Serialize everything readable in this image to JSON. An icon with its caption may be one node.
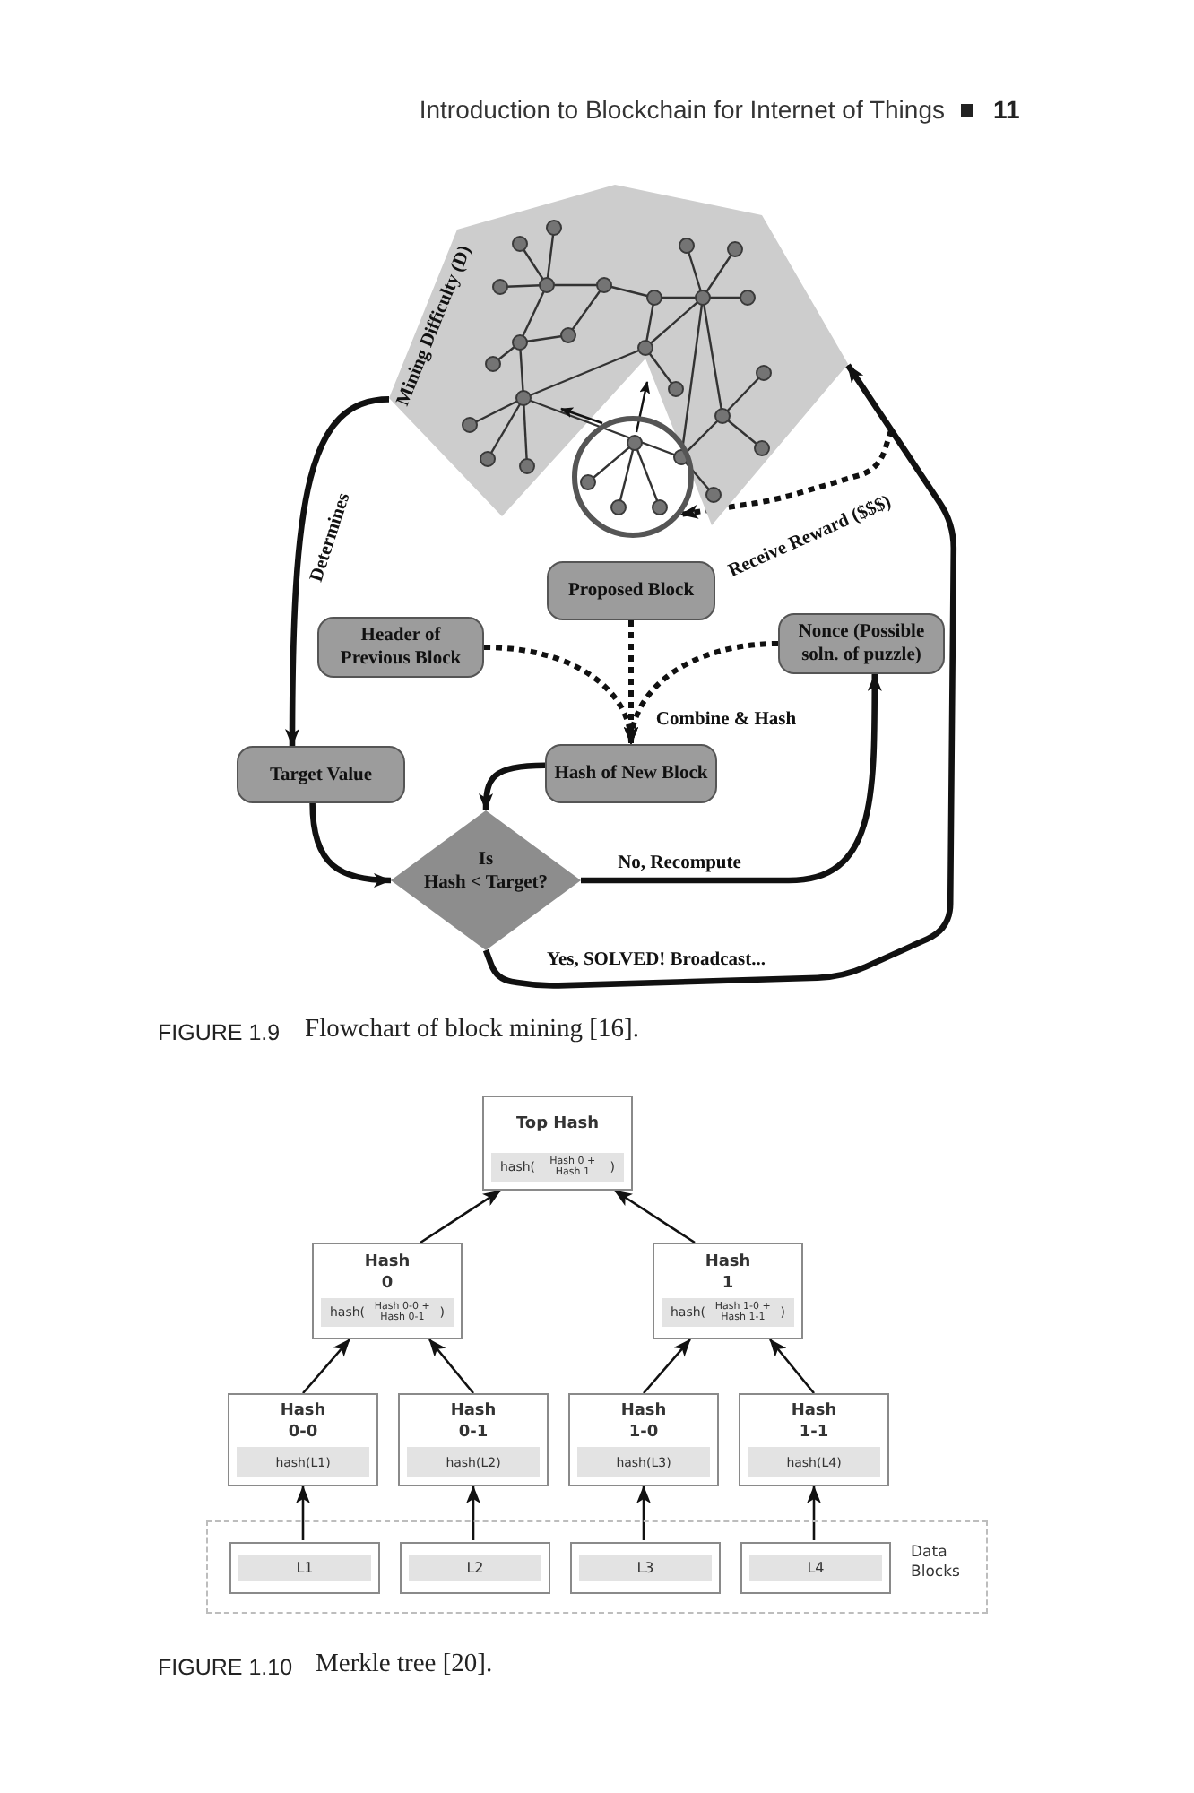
{
  "diagram": {
    "nodes": [
      {
        "text": [
          "Mining Difficulty (D)"
        ]
      },
      {
        "text": [],
        "shape": "circle"
      },
      {
        "text": [
          "Proposed Block"
        ]
      },
      {
        "text": [
          "Header of Previous Block"
        ]
      },
      {
        "text": [
          "Nonce (Possible soln. of puzzle)"
        ]
      },
      {
        "text": [
          "Target Value"
        ]
      },
      {
        "text": [
          "Hash of New Block"
        ]
      },
      {
        "text": [
          "Is Hash < Target?"
        ]
      },
      {
        "text": [
          "Top Hash",
          "hash(",
          "Hash 0 + Hash 1",
          ")"
        ]
      },
      {
        "text": [
          "Hash 0",
          "hash(",
          "Hash 0-0 + Hash 0-1",
          ")"
        ]
      },
      {
        "text": [
          "Hash 1",
          "hash(",
          "Hash 1-0 + Hash 1-1",
          ")"
        ]
      },
      {
        "text": [
          "Hash 0-0",
          "hash(L1)"
        ]
      },
      {
        "text": [
          "Hash 0-1",
          "hash(L2)"
        ]
      },
      {
        "text": [
          "Hash 1-0",
          "hash(L3)"
        ]
      },
      {
        "text": [
          "Hash 1-1",
          "hash(L4)"
        ]
      },
      {
        "text": [
          "Data Blocks"
        ]
      },
      {
        "text": [
          "L1"
        ],
        "in": 15
      },
      {
        "text": [
          "L2"
        ],
        "in": 15
      },
      {
        "text": [
          "L3"
        ],
        "in": 15
      },
      {
        "text": [
          "L4"
        ],
        "in": 15
      }
    ],
    "edges": [
      {
        "from": 0,
        "to": 5,
        "arrow": "to",
        "label": "Determines",
        "style": "thick"
      },
      {
        "from": 2,
        "to": 6,
        "arrow": "to",
        "label": "Combine & Hash",
        "style": "dashed"
      },
      {
        "from": 3,
        "to": 6,
        "arrow": "to",
        "style": "dashed"
      },
      {
        "from": 4,
        "to": 6,
        "arrow": "to",
        "style": "dashed"
      },
      {
        "from": 6,
        "to": 7,
        "arrow": "to",
        "style": "thick"
      },
      {
        "from": 5,
        "to": 7,
        "arrow": "to",
        "style": "thick"
      },
      {
        "from": 7,
        "to": 4,
        "arrow": "to",
        "label": "No, Recompute",
        "style": "thick"
      },
      {
        "from": 7,
        "to": 0,
        "arrow": "to",
        "label": "Yes, SOLVED! Broadcast...",
        "style": "thick"
      },
      {
        "from": null,
        "to": 1,
        "arrow": "to",
        "label": "Receive Reward ($$$)",
        "style": "dashed"
      },
      {
        "from": 9,
        "to": 8,
        "arrow": "to"
      },
      {
        "from": 10,
        "to": 8,
        "arrow": "to"
      },
      {
        "from": 11,
        "to": 9,
        "arrow": "to"
      },
      {
        "from": 12,
        "to": 9,
        "arrow": "to"
      },
      {
        "from": 13,
        "to": 10,
        "arrow": "to"
      },
      {
        "from": 14,
        "to": 10,
        "arrow": "to"
      },
      {
        "from": 16,
        "to": 11,
        "arrow": "to"
      },
      {
        "from": 17,
        "to": 12,
        "arrow": "to"
      },
      {
        "from": 18,
        "to": 13,
        "arrow": "to"
      },
      {
        "from": 19,
        "to": 14,
        "arrow": "to"
      }
    ],
    "labels": [
      "Introduction to Blockchain for Internet of Things",
      "11",
      "FIGURE 1.9",
      "Flowchart of block mining [16].",
      "FIGURE 1.10",
      "Merkle tree [20]."
    ]
  }
}
